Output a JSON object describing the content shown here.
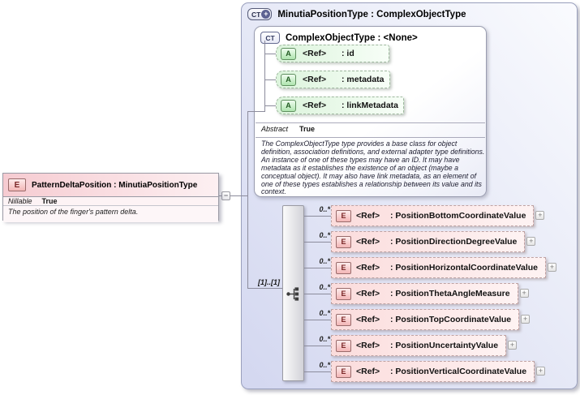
{
  "icons": {
    "expand": "+",
    "collapse": "−"
  },
  "root": {
    "icon": "E",
    "title": "PatternDeltaPosition : MinutiaPositionType",
    "nillable_label": "Nillable",
    "nillable_value": "True",
    "description": "The position of the finger's pattern delta."
  },
  "type_box": {
    "icon": "CT",
    "icon_plus": "+",
    "title": "MinutiaPositionType : ComplexObjectType",
    "base": {
      "icon": "CT",
      "title": "ComplexObjectType : <None>",
      "attributes": [
        {
          "icon": "A",
          "ref": "<Ref>",
          "name": ": id"
        },
        {
          "icon": "A",
          "ref": "<Ref>",
          "name": ": metadata"
        },
        {
          "icon": "A",
          "ref": "<Ref>",
          "name": ": linkMetadata"
        }
      ],
      "abstract_label": "Abstract",
      "abstract_value": "True",
      "description": "The ComplexObjectType type provides a base class for object definition, association definitions, and external adapter type definitions. An instance of one of these types may have an ID. It may have metadata as it establishes the existence of an object (maybe a conceptual object). It may also have link metadata, as an element of one of these types establishes a relationship between its value and its context."
    },
    "compositor": {
      "occurrence": "[1]..[1]"
    },
    "elements": [
      {
        "icon": "E",
        "ref": "<Ref>",
        "name": ": PositionBottomCoordinateValue",
        "cardinality": "0..*"
      },
      {
        "icon": "E",
        "ref": "<Ref>",
        "name": ": PositionDirectionDegreeValue",
        "cardinality": "0..*"
      },
      {
        "icon": "E",
        "ref": "<Ref>",
        "name": ": PositionHorizontalCoordinateValue",
        "cardinality": "0..*"
      },
      {
        "icon": "E",
        "ref": "<Ref>",
        "name": ": PositionThetaAngleMeasure",
        "cardinality": "0..*"
      },
      {
        "icon": "E",
        "ref": "<Ref>",
        "name": ": PositionTopCoordinateValue",
        "cardinality": "0..*"
      },
      {
        "icon": "E",
        "ref": "<Ref>",
        "name": ": PositionUncertaintyValue",
        "cardinality": "0..*"
      },
      {
        "icon": "E",
        "ref": "<Ref>",
        "name": ": PositionVerticalCoordinateValue",
        "cardinality": "0..*"
      }
    ]
  }
}
